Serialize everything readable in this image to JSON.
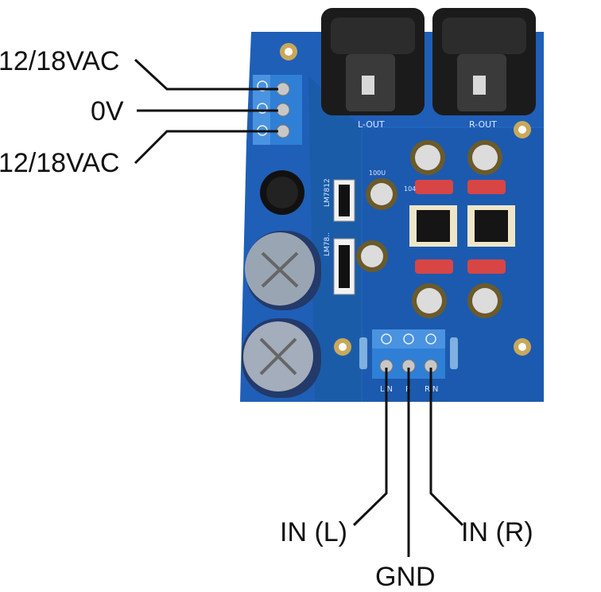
{
  "labels": {
    "ac_top": "12/18VAC",
    "zero_v": "0V",
    "ac_bottom": "12/18VAC",
    "in_left": "IN (L)",
    "gnd": "GND",
    "in_right": "IN (R)"
  },
  "board": {
    "left_out": "L-OUT",
    "right_out": "R-OUT",
    "reg_pos": "LM7812",
    "reg_neg": "LM78..",
    "cap_100u": "100U",
    "res_104": "104",
    "input_pins": [
      "LIN",
      "P",
      "RIN"
    ]
  },
  "colors": {
    "pcb": "#1f5fb8",
    "pcb_dark": "#174c98",
    "terminal": "#2f7fd6",
    "wire": "#111111"
  }
}
